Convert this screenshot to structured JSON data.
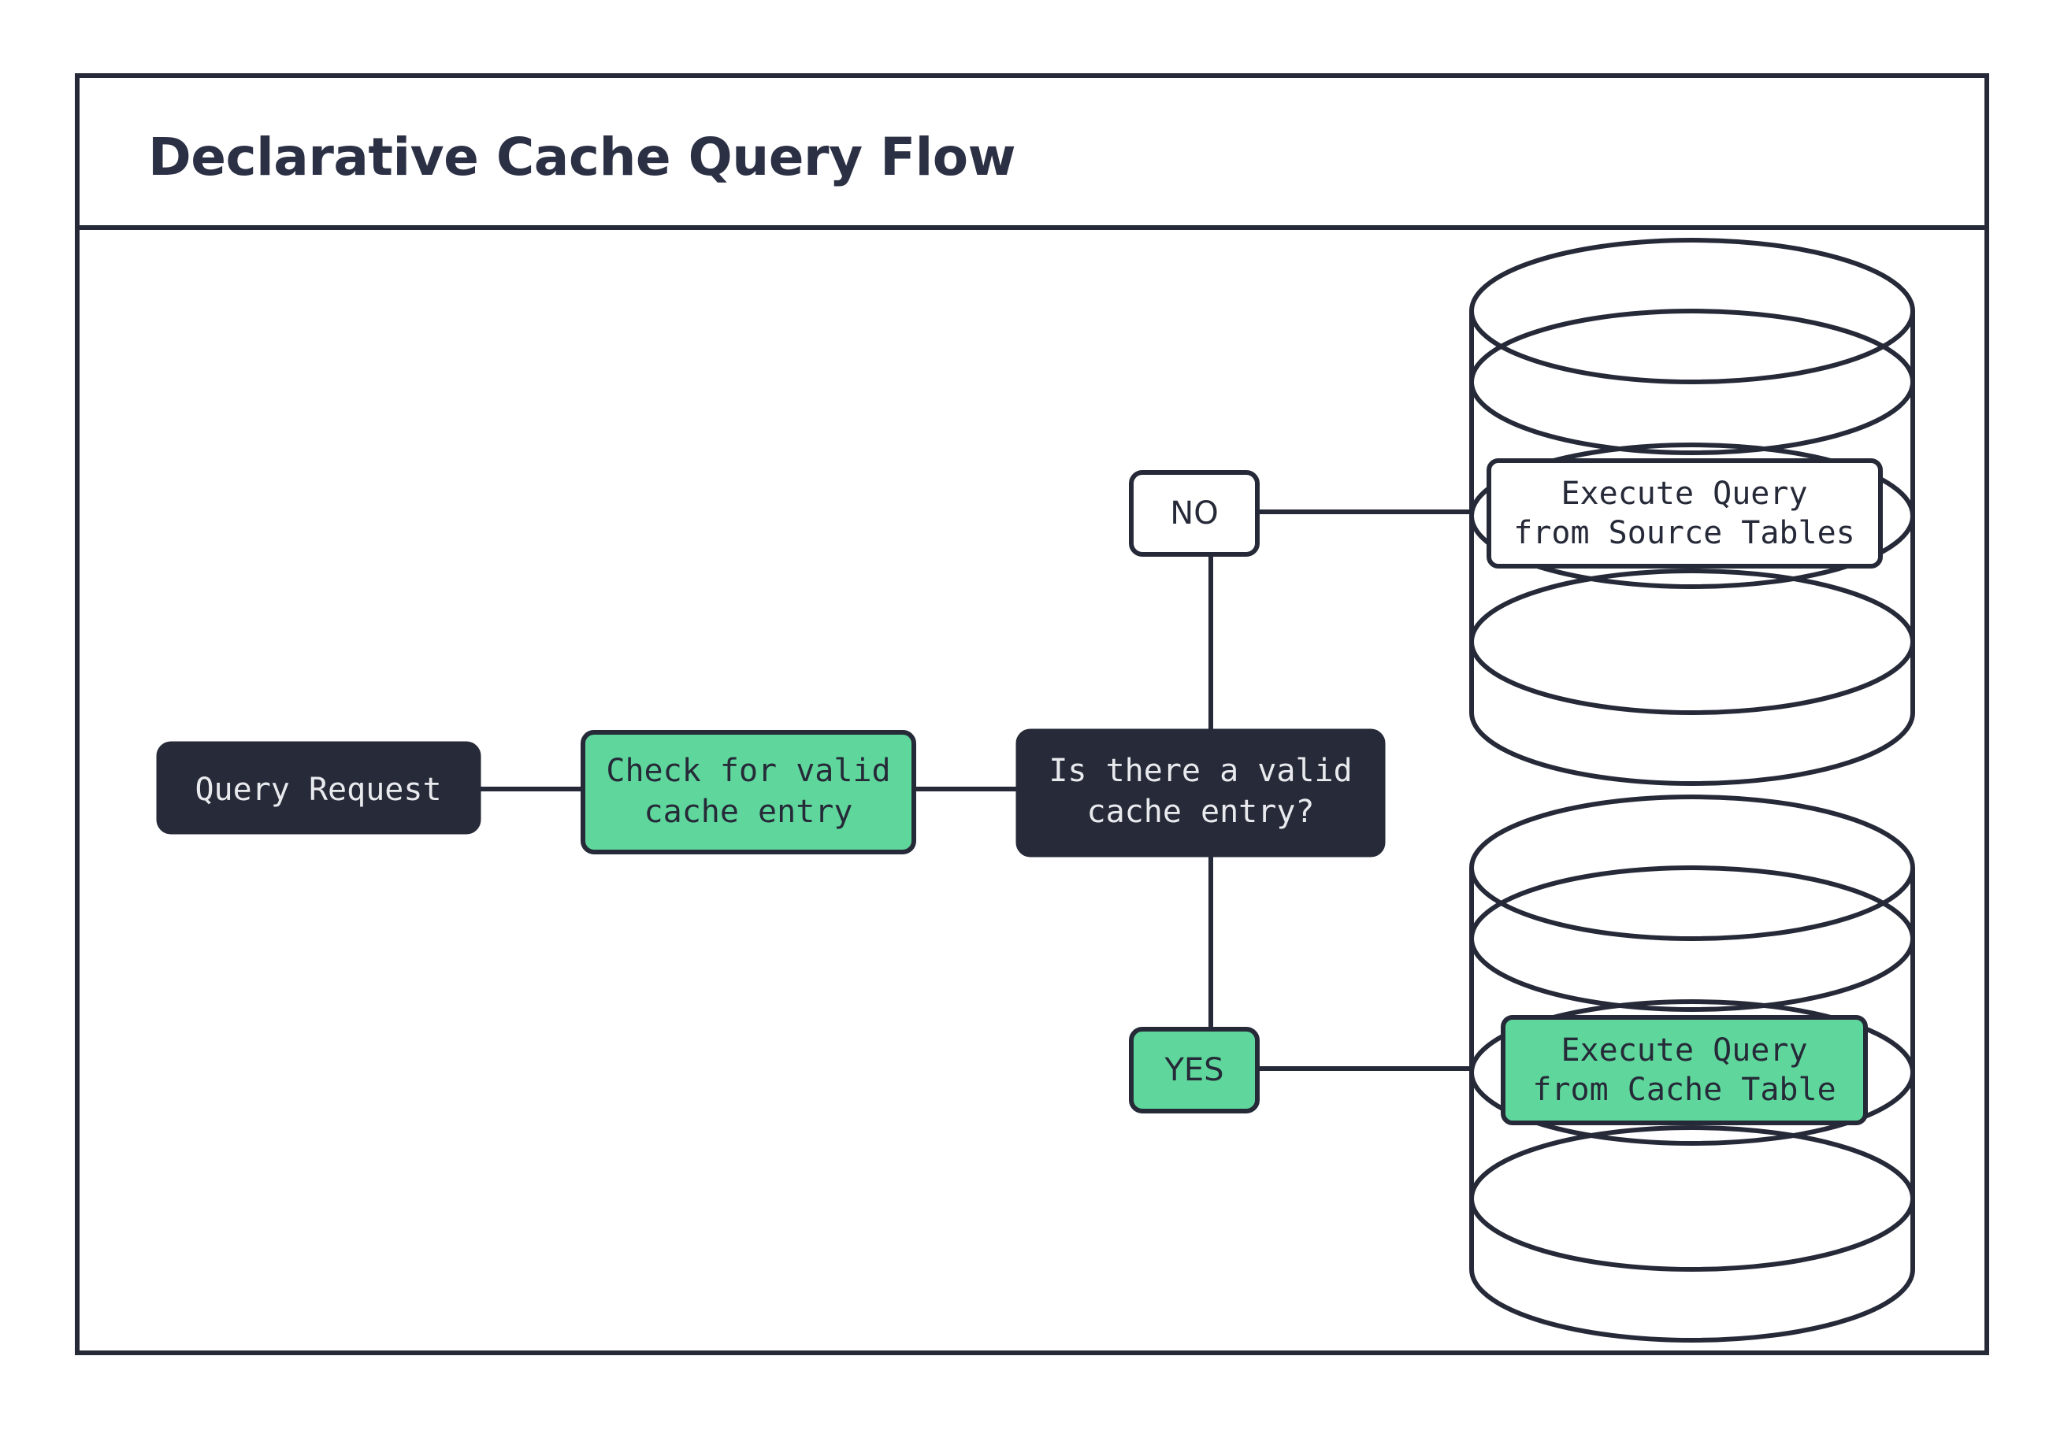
{
  "page": {
    "background_color": "#ffffff",
    "frame_border_color": "#262A38"
  },
  "header": {
    "title": "Declarative Cache Query Flow",
    "title_color": "#2B3044"
  },
  "palette": {
    "dark": "#272A38",
    "green": "#5FD79C",
    "white": "#FFFFFF",
    "stroke": "#262A38",
    "light_text": "#E9EAEE"
  },
  "flow": {
    "nodes": [
      {
        "id": "query-request",
        "label": "Query Request",
        "style": "dark",
        "shape": "rounded-rect"
      },
      {
        "id": "check-cache",
        "label_line1": "Check for valid",
        "label_line2": "cache entry",
        "style": "green",
        "shape": "rounded-rect"
      },
      {
        "id": "decision-valid-cache",
        "label_line1": "Is there a valid",
        "label_line2": "cache entry?",
        "style": "dark",
        "shape": "rounded-rect"
      }
    ],
    "branches": [
      {
        "id": "branch-no",
        "label": "NO",
        "style": "white"
      },
      {
        "id": "branch-yes",
        "label": "YES",
        "style": "green"
      }
    ],
    "databases": [
      {
        "id": "source-tables-db",
        "label_line1": "Execute Query",
        "label_line2": "from Source Tables",
        "label_style": "white",
        "icon": "database-cylinder"
      },
      {
        "id": "cache-table-db",
        "label_line1": "Execute Query",
        "label_line2": "from Cache Table",
        "label_style": "green",
        "icon": "database-cylinder"
      }
    ]
  }
}
